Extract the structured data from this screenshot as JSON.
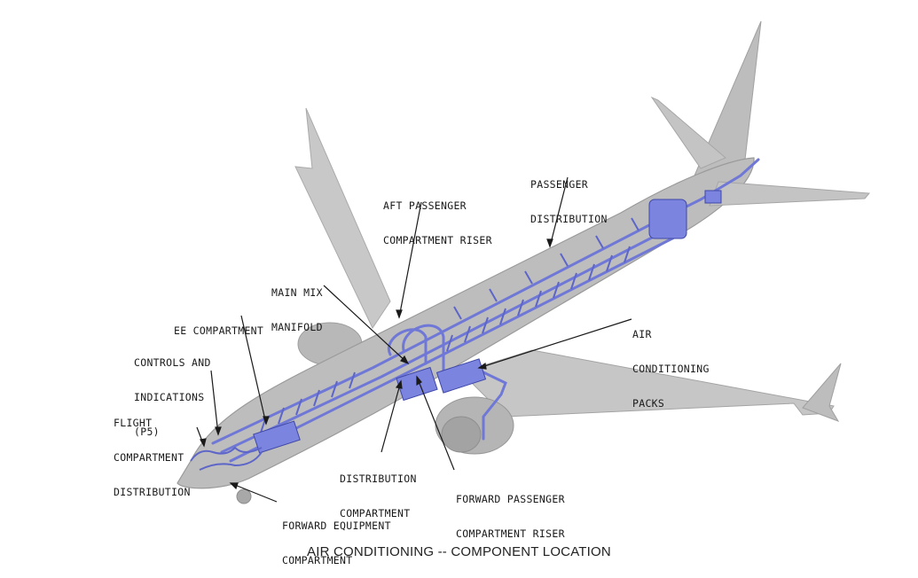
{
  "colors": {
    "airframe": "#bdbdbd",
    "airframe_dark": "#a9a9a9",
    "airframe_edge": "#9a9a9a",
    "ducting": "#6f78d6",
    "ducting_dark": "#3f47a8",
    "leader_line": "#1a1a1a"
  },
  "callouts": [
    {
      "id": "aft-riser",
      "lines": [
        "AFT PASSENGER",
        "COMPARTMENT RISER"
      ]
    },
    {
      "id": "passenger-distribution",
      "lines": [
        "PASSENGER",
        "DISTRIBUTION"
      ]
    },
    {
      "id": "main-mix-manifold",
      "lines": [
        "MAIN MIX",
        "MANIFOLD"
      ]
    },
    {
      "id": "ee-compartment",
      "lines": [
        "EE COMPARTMENT"
      ]
    },
    {
      "id": "air-conditioning-packs",
      "lines": [
        "AIR",
        "CONDITIONING",
        "PACKS"
      ]
    },
    {
      "id": "controls-indications",
      "lines": [
        "CONTROLS AND",
        "INDICATIONS",
        "(P5)"
      ]
    },
    {
      "id": "flight-compartment-distribution",
      "lines": [
        "FLIGHT",
        "COMPARTMENT",
        "DISTRIBUTION"
      ]
    },
    {
      "id": "distribution-compartment",
      "lines": [
        "DISTRIBUTION",
        "COMPARTMENT"
      ]
    },
    {
      "id": "forward-riser",
      "lines": [
        "FORWARD PASSENGER",
        "COMPARTMENT RISER"
      ]
    },
    {
      "id": "forward-equipment-compartment",
      "lines": [
        "FORWARD EQUIPMENT",
        "COMPARTMENT"
      ]
    }
  ],
  "caption": "AIR CONDITIONING -- COMPONENT LOCATION"
}
